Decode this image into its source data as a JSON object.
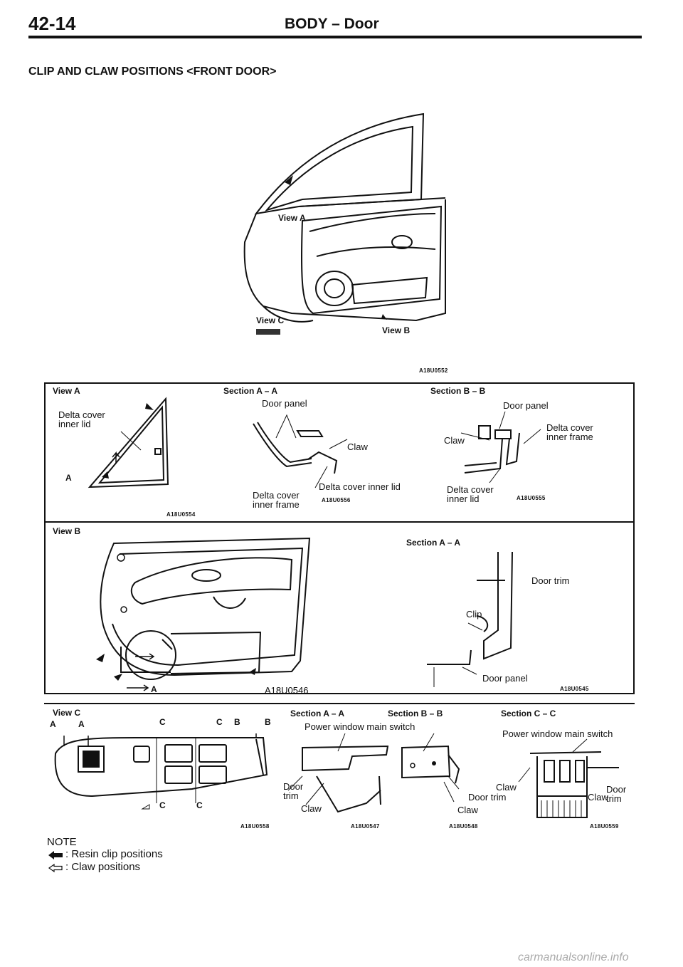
{
  "header": {
    "page_number": "42-14",
    "title": "BODY – Door"
  },
  "section_title": "CLIP AND CLAW POSITIONS <FRONT DOOR>",
  "overview": {
    "view_a": "View A",
    "view_b": "View B",
    "view_c": "View C",
    "code": "A18U0552"
  },
  "panel_a": {
    "title": "View A",
    "delta_cover_inner_lid": "Delta cover inner lid",
    "a_label": "A",
    "code": "A18U0554",
    "section_aa": {
      "title": "Section A – A",
      "door_panel": "Door panel",
      "claw": "Claw",
      "delta_cover_inner_lid": "Delta cover inner lid",
      "delta_cover_inner_frame": "Delta cover inner frame",
      "code": "A18U0556"
    },
    "section_bb": {
      "title": "Section B – B",
      "door_panel": "Door panel",
      "claw": "Claw",
      "delta_cover_inner_frame": "Delta cover inner frame",
      "delta_cover_inner_lid": "Delta cover inner lid",
      "code": "A18U0555"
    }
  },
  "panel_b": {
    "title": "View B",
    "a_label": "A",
    "code": "A18U0546",
    "section_aa": {
      "title": "Section A – A",
      "door_trim": "Door trim",
      "clip": "Clip",
      "door_panel": "Door panel",
      "code": "A18U0545"
    }
  },
  "panel_c": {
    "title": "View C",
    "a_label": "A",
    "b_label": "B",
    "c_label": "C",
    "code": "A18U0558",
    "section_aa": {
      "title": "Section A – A",
      "door_trim": "Door trim",
      "claw": "Claw",
      "power_window_main_switch": "Power window main switch",
      "code": "A18U0547"
    },
    "section_bb": {
      "title": "Section B – B",
      "door_trim": "Door trim",
      "claw": "Claw",
      "code": "A18U0548"
    },
    "section_cc": {
      "title": "Section C – C",
      "power_window_main_switch": "Power window main switch",
      "claw": "Claw",
      "door_trim": "Door trim",
      "code": "A18U0559"
    }
  },
  "note": {
    "heading": "NOTE",
    "resin_clip": ": Resin clip positions",
    "claw_positions": ": Claw positions"
  },
  "watermark": "carmanualsonline.info"
}
